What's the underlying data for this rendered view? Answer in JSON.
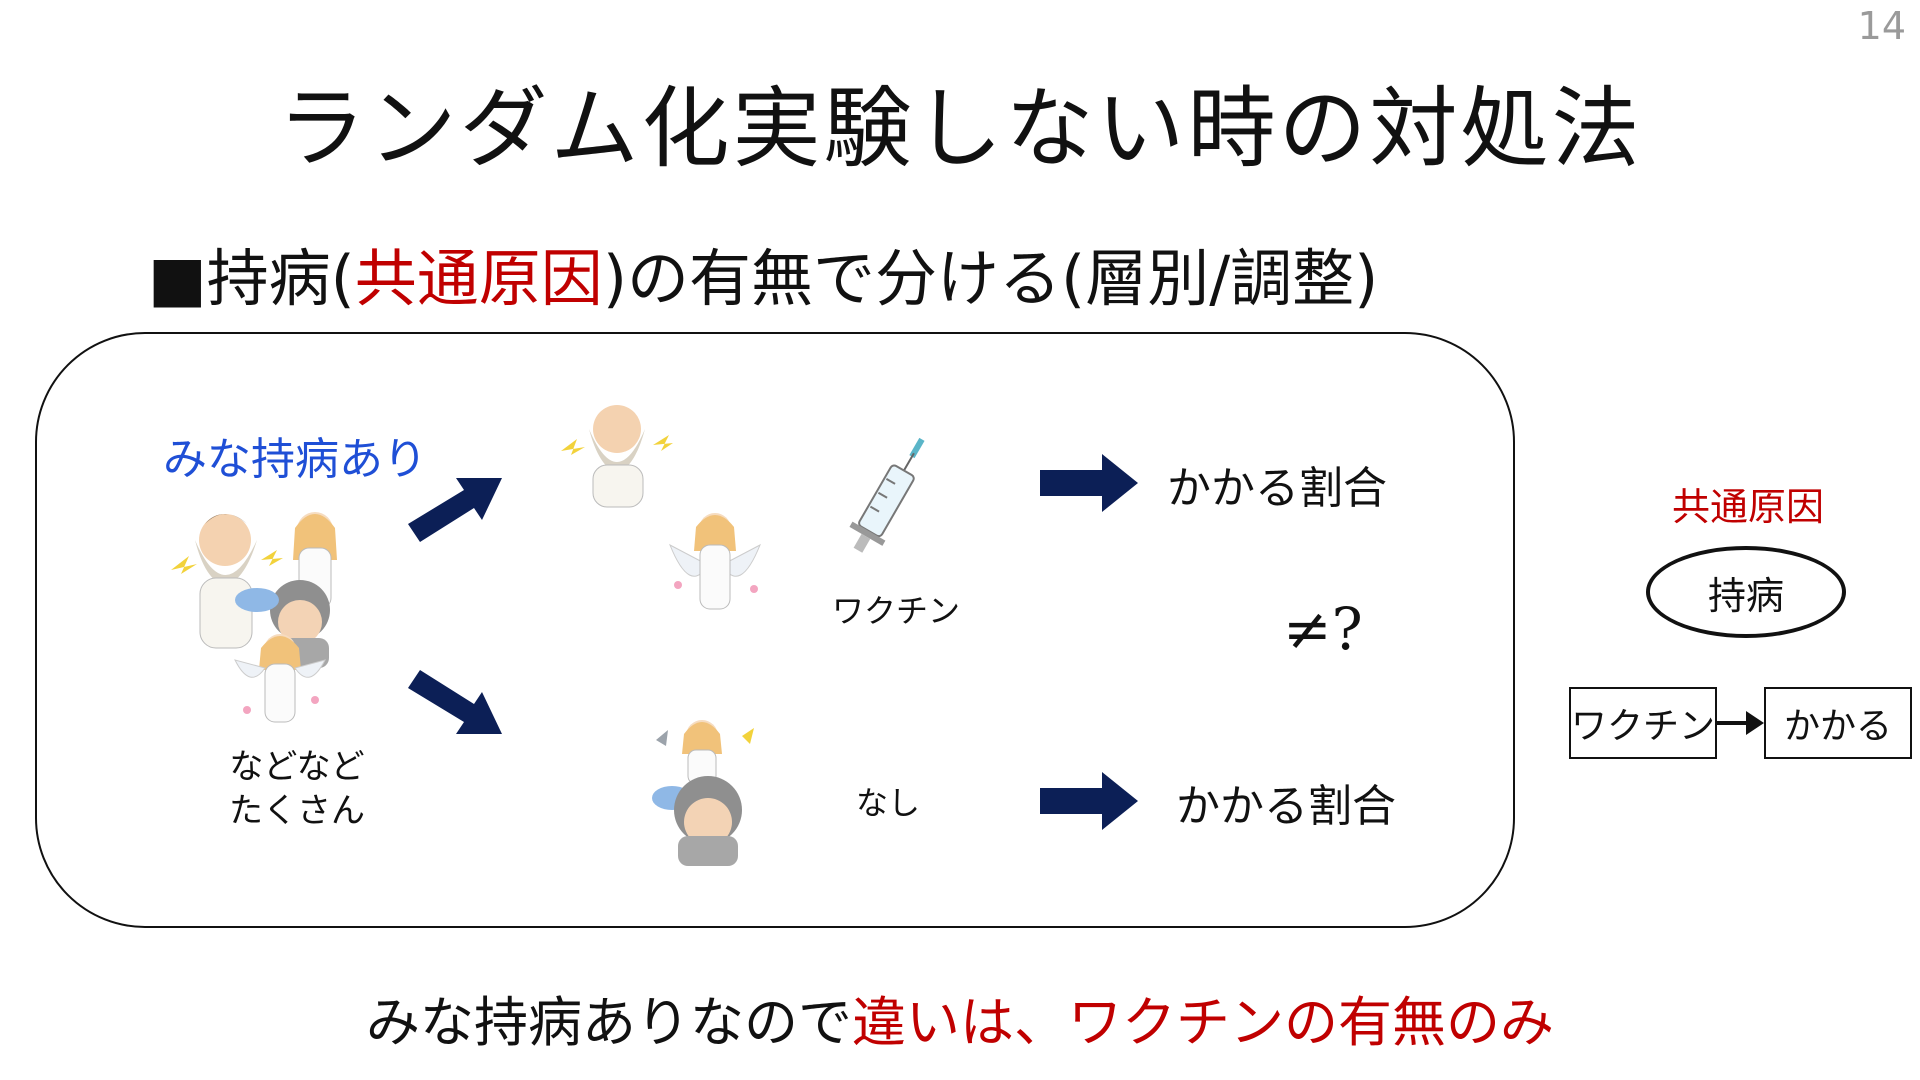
{
  "page_number": "14",
  "title": "ランダム化実験しない時の対処法",
  "subtitle": {
    "bullet": "■",
    "part1": "持病(",
    "part2_red": "共通原因",
    "part3": ")の有無で分ける(層別/調整)"
  },
  "panel": {
    "group_label": "みな持病あり",
    "group_caption_line1": "などなど",
    "group_caption_line2": "たくさん",
    "vaccine_label": "ワクチン",
    "none_label": "なし",
    "outcome_top": "かかる割合",
    "outcome_bottom": "かかる割合",
    "comparison": "≠?"
  },
  "diagram": {
    "common_cause_label": "共通原因",
    "node_condition": "持病",
    "node_vaccine": "ワクチン",
    "node_outcome": "かかる"
  },
  "bottom_text": {
    "part1": "みな持病ありなので",
    "part2_red": "違いは、ワクチンの有無のみ"
  },
  "colors": {
    "accent_red": "#c00000",
    "accent_blue": "#1f4fd6",
    "arrow_navy": "#0c1f56"
  },
  "icons": [
    "zeus-illustration",
    "goddess-illustration",
    "angel-illustration",
    "philosopher-illustration",
    "syringe-icon",
    "arrow-icon"
  ]
}
